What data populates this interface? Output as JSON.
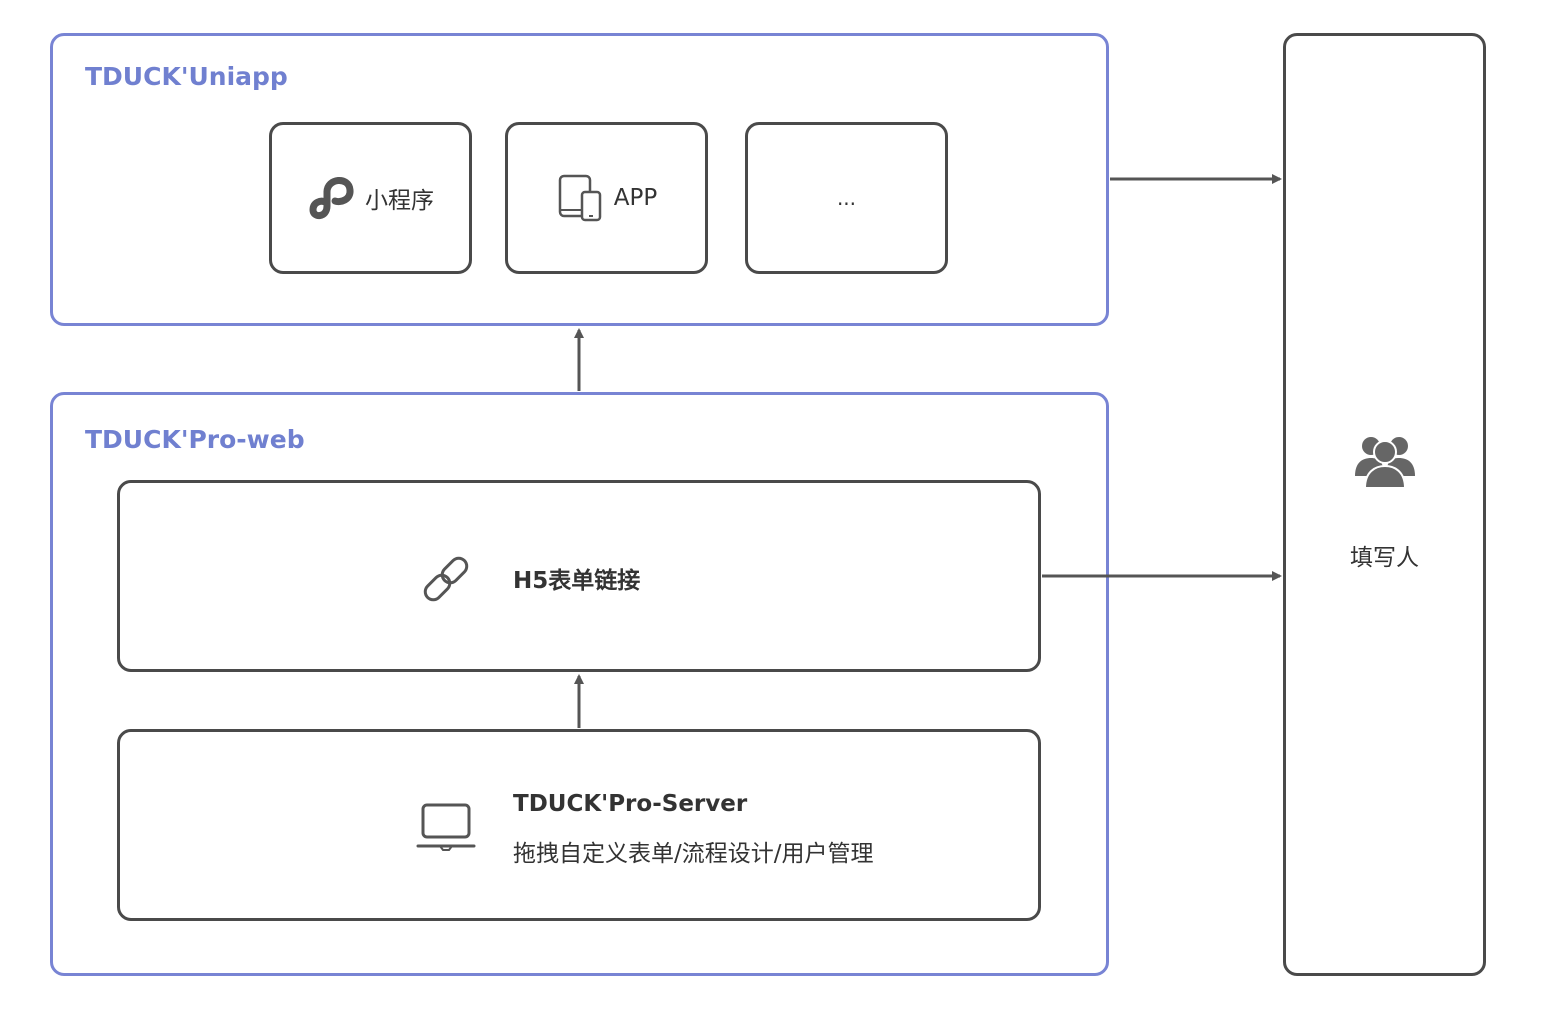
{
  "uniapp": {
    "title": "TDUCK'Uniapp",
    "items": [
      {
        "label": "小程序",
        "icon": "miniprogram-icon"
      },
      {
        "label": "APP",
        "icon": "devices-icon"
      },
      {
        "label": "..."
      }
    ]
  },
  "proweb": {
    "title": "TDUCK'Pro-web",
    "h5": {
      "label": "H5表单链接",
      "icon": "link-icon"
    },
    "server": {
      "title": "TDUCK'Pro-Server",
      "subtitle": "拖拽自定义表单/流程设计/用户管理",
      "icon": "laptop-icon"
    }
  },
  "user": {
    "label": "填写人",
    "icon": "users-icon"
  },
  "colors": {
    "group_border": "#7884d4",
    "group_title": "#7080d0",
    "node_border": "#4a4a4a",
    "arrow": "#555555"
  }
}
